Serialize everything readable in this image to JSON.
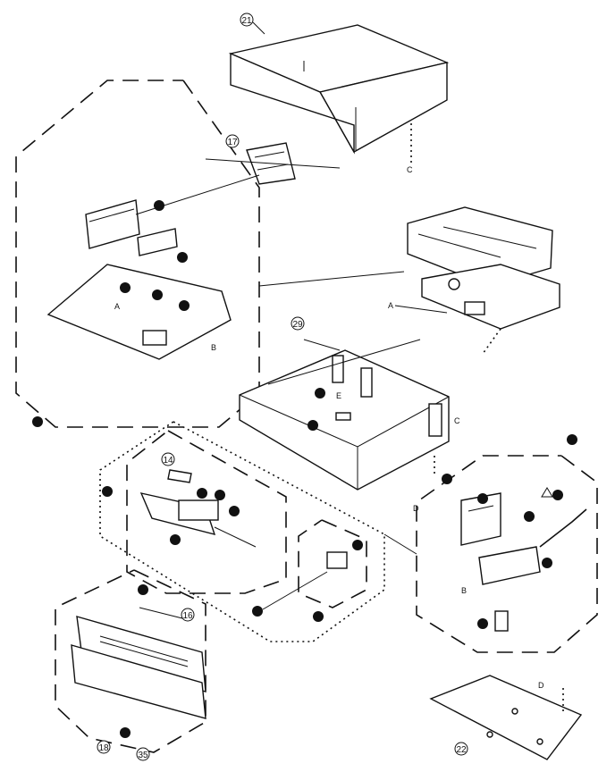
{
  "callouts": {
    "c21": "21",
    "c17": "17",
    "c29": "29",
    "c14": "14",
    "c16": "16",
    "c22": "22",
    "c18": "18",
    "c35": "35"
  },
  "letters": {
    "a1": "A",
    "a2": "A",
    "b1": "B",
    "b2": "B",
    "c1": "C",
    "c2": "C",
    "d1": "D",
    "d2": "D",
    "e1": "E"
  }
}
